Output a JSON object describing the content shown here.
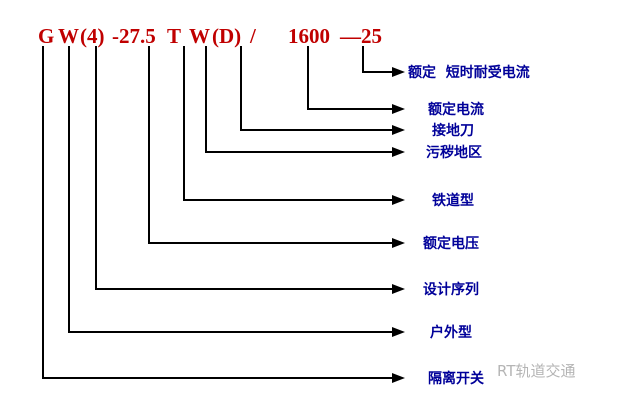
{
  "title_code": {
    "segments": [
      "G",
      "W",
      "(4)",
      "-27.5",
      "T",
      "W",
      "(D)",
      "/",
      "1600",
      "—25"
    ],
    "full": "GW(4)-27.5TW(D)/1600—25",
    "color": "#c00000"
  },
  "diagram": {
    "label_color": "#000099",
    "labels": [
      {
        "code": "25",
        "text": "额定  短时耐受电流"
      },
      {
        "code": "1600",
        "text": "额定电流"
      },
      {
        "code": "(D)",
        "text": "接地刀"
      },
      {
        "code": "W",
        "text": "污秽地区"
      },
      {
        "code": "T",
        "text": "铁道型"
      },
      {
        "code": "27.5",
        "text": "额定电压"
      },
      {
        "code": "(4)",
        "text": "设计序列"
      },
      {
        "code": "W",
        "text": "户外型"
      },
      {
        "code": "G",
        "text": "隔离开关"
      }
    ]
  },
  "watermark": {
    "text": "RT轨道交通"
  }
}
